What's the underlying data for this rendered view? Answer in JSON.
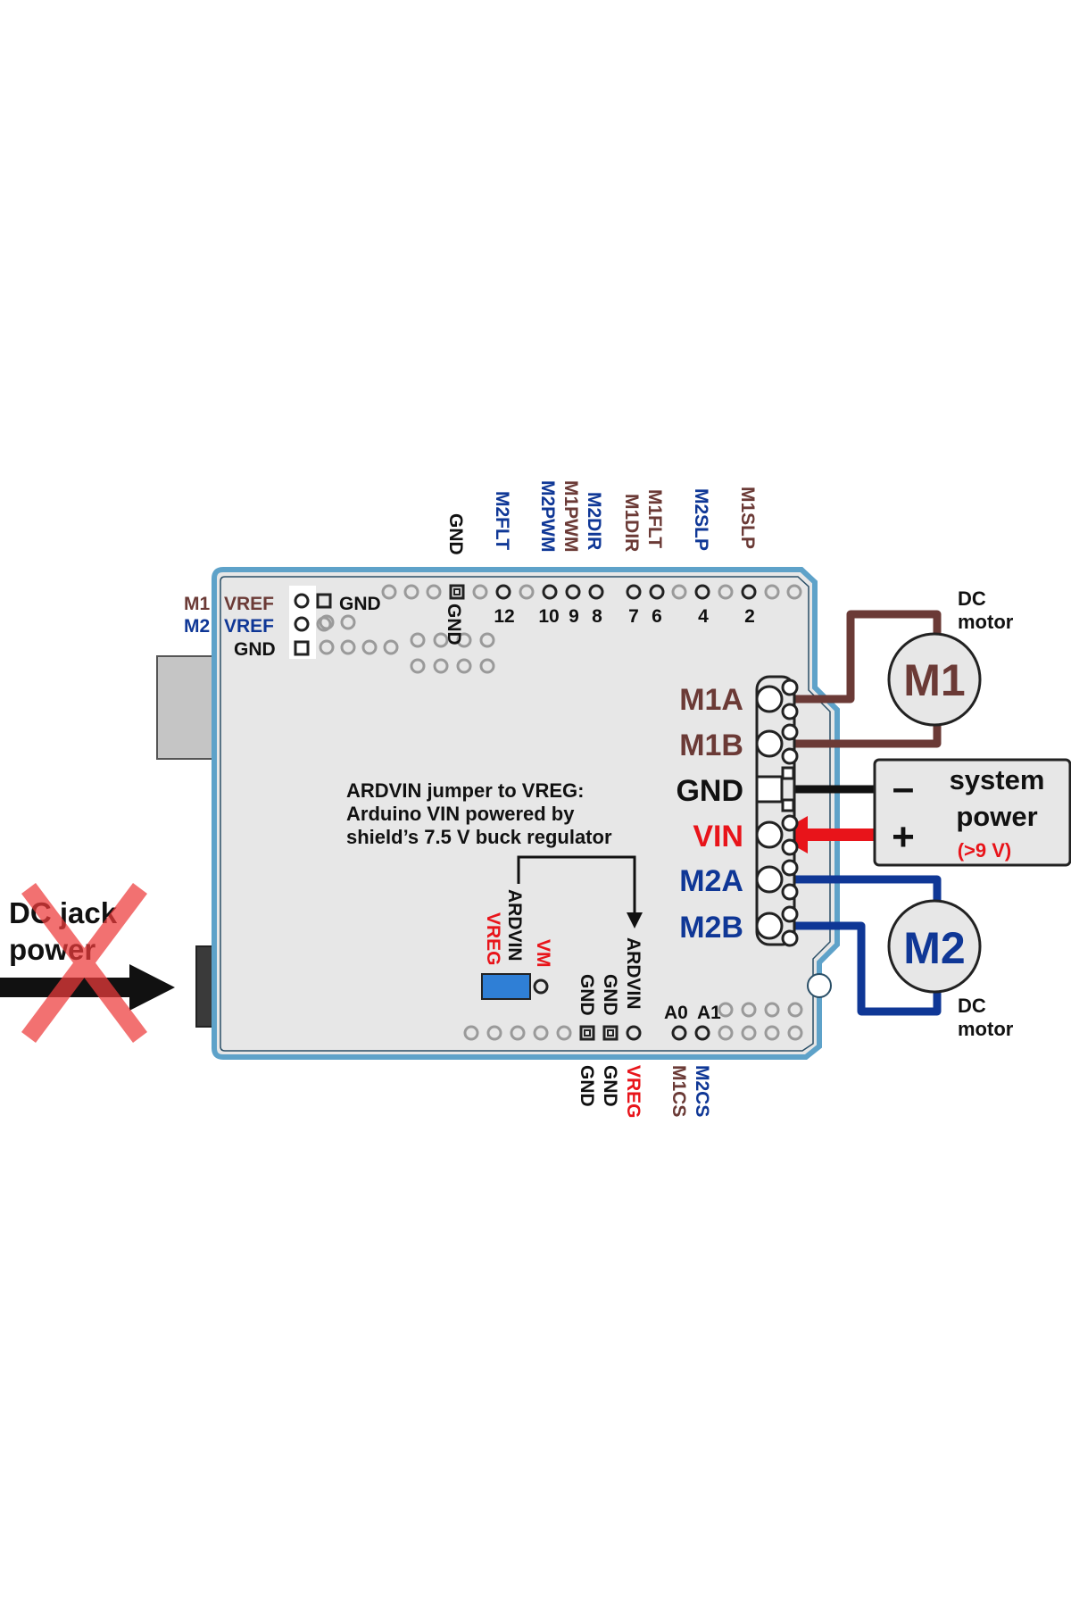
{
  "colors": {
    "m1": "#6b3a36",
    "m2": "#0f3796",
    "red": "#e8141a",
    "black": "#111111",
    "board_fill": "#e7e7e7",
    "board_edge": "#5ea2c9",
    "jumper": "#2f7fd6",
    "cross": "#ee3b3b"
  },
  "top_header": {
    "labels": [
      {
        "text": "GND",
        "color": "black"
      },
      {
        "text": "M2FLT",
        "color": "m2"
      },
      {
        "text": "M2PWM",
        "color": "m2"
      },
      {
        "text": "M1PWM",
        "color": "m1"
      },
      {
        "text": "M2DIR",
        "color": "m2"
      },
      {
        "text": "M1DIR",
        "color": "m1"
      },
      {
        "text": "M1FLT",
        "color": "m1"
      },
      {
        "text": "M2SLP",
        "color": "m2"
      },
      {
        "text": "M1SLP",
        "color": "m1"
      }
    ],
    "pin_numbers": [
      "12",
      "10",
      "9",
      "8",
      "7",
      "6",
      "4",
      "2"
    ],
    "gnd_pin_label": "GND"
  },
  "icsp": {
    "m1": "M1",
    "m2": "M2",
    "vref": "VREF",
    "gnd": "GND"
  },
  "terminals": {
    "m1a": "M1A",
    "m1b": "M1B",
    "gnd": "GND",
    "vin": "VIN",
    "m2a": "M2A",
    "m2b": "M2B"
  },
  "motors": {
    "m1": {
      "label": "M1",
      "caption_line1": "DC",
      "caption_line2": "motor"
    },
    "m2": {
      "label": "M2",
      "caption_line1": "DC",
      "caption_line2": "motor"
    }
  },
  "system_power": {
    "minus": "–",
    "plus": "+",
    "line1": "system",
    "line2": "power",
    "note": "(>9 V)"
  },
  "jumper_note": {
    "line1": "ARDVIN jumper to VREG:",
    "line2": "Arduino VIN powered by",
    "line3": "shield’s 7.5 V buck regulator"
  },
  "jumper_block": {
    "ardvin": "ARDVIN",
    "vreg": "VREG",
    "vm": "VM",
    "ardvin_target": "ARDVIN",
    "gnd1": "GND",
    "gnd2": "GND"
  },
  "analog": {
    "a0": "A0",
    "a1": "A1"
  },
  "bottom_labels": [
    {
      "text": "GND",
      "color": "black"
    },
    {
      "text": "GND",
      "color": "black"
    },
    {
      "text": "VREG",
      "color": "red"
    },
    {
      "text": "M1CS",
      "color": "m1"
    },
    {
      "text": "M2CS",
      "color": "m2"
    }
  ],
  "dc_jack": {
    "line1": "DC jack",
    "line2": "power"
  }
}
